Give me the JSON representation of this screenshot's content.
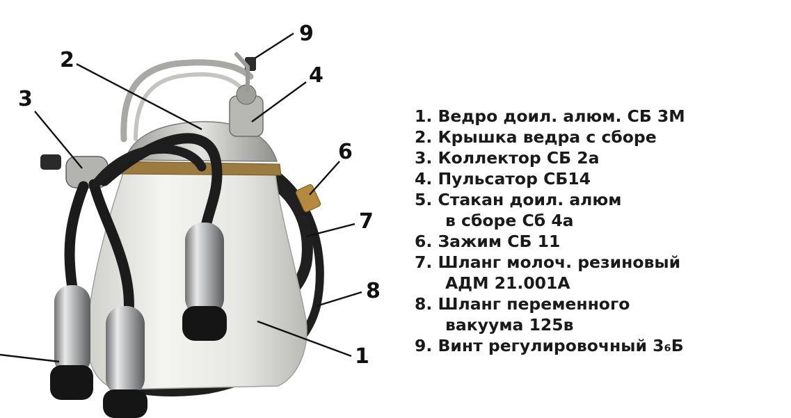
{
  "callouts": [
    "2",
    "3",
    "9",
    "4",
    "6",
    "7",
    "8",
    "1"
  ],
  "legend": [
    "1. Ведро доил. алюм. СБ 3М",
    "2. Крышка ведра с сборе",
    "3. Коллектор СБ 2а",
    "4. Пульсатор СБ14",
    "5. Стакан доил. алюм",
    "в сборе Сб 4а",
    "6. Зажим СБ 11",
    "7. Шланг молоч. резиновый",
    "АДМ 21.001А",
    "8. Шланг переменного",
    "вакуума 125в",
    "9. Винт регулировочный 3₆Б"
  ]
}
